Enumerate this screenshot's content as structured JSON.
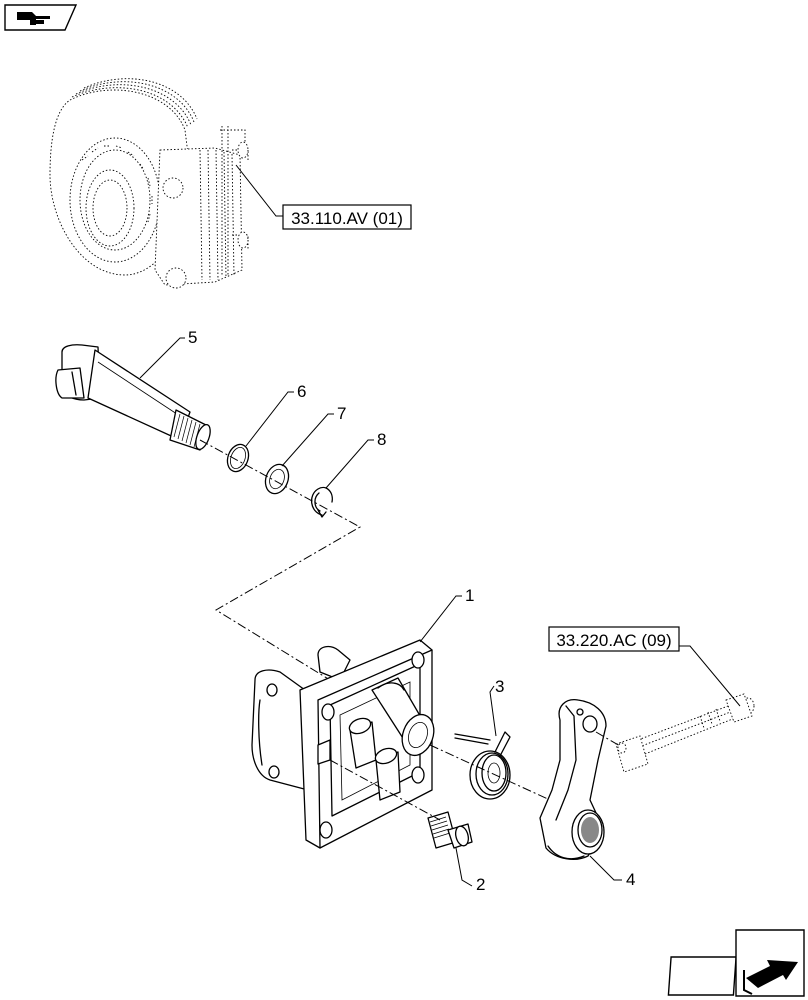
{
  "references": {
    "top": "33.110.AV (01)",
    "right": "33.220.AC (09)"
  },
  "callouts": {
    "c1": "1",
    "c2": "2",
    "c3": "3",
    "c4": "4",
    "c5": "5",
    "c6": "6",
    "c7": "7",
    "c8": "8"
  },
  "icons": {
    "top_left": "book-navigation-icon",
    "bottom_right": "next-page-arrow-icon"
  }
}
